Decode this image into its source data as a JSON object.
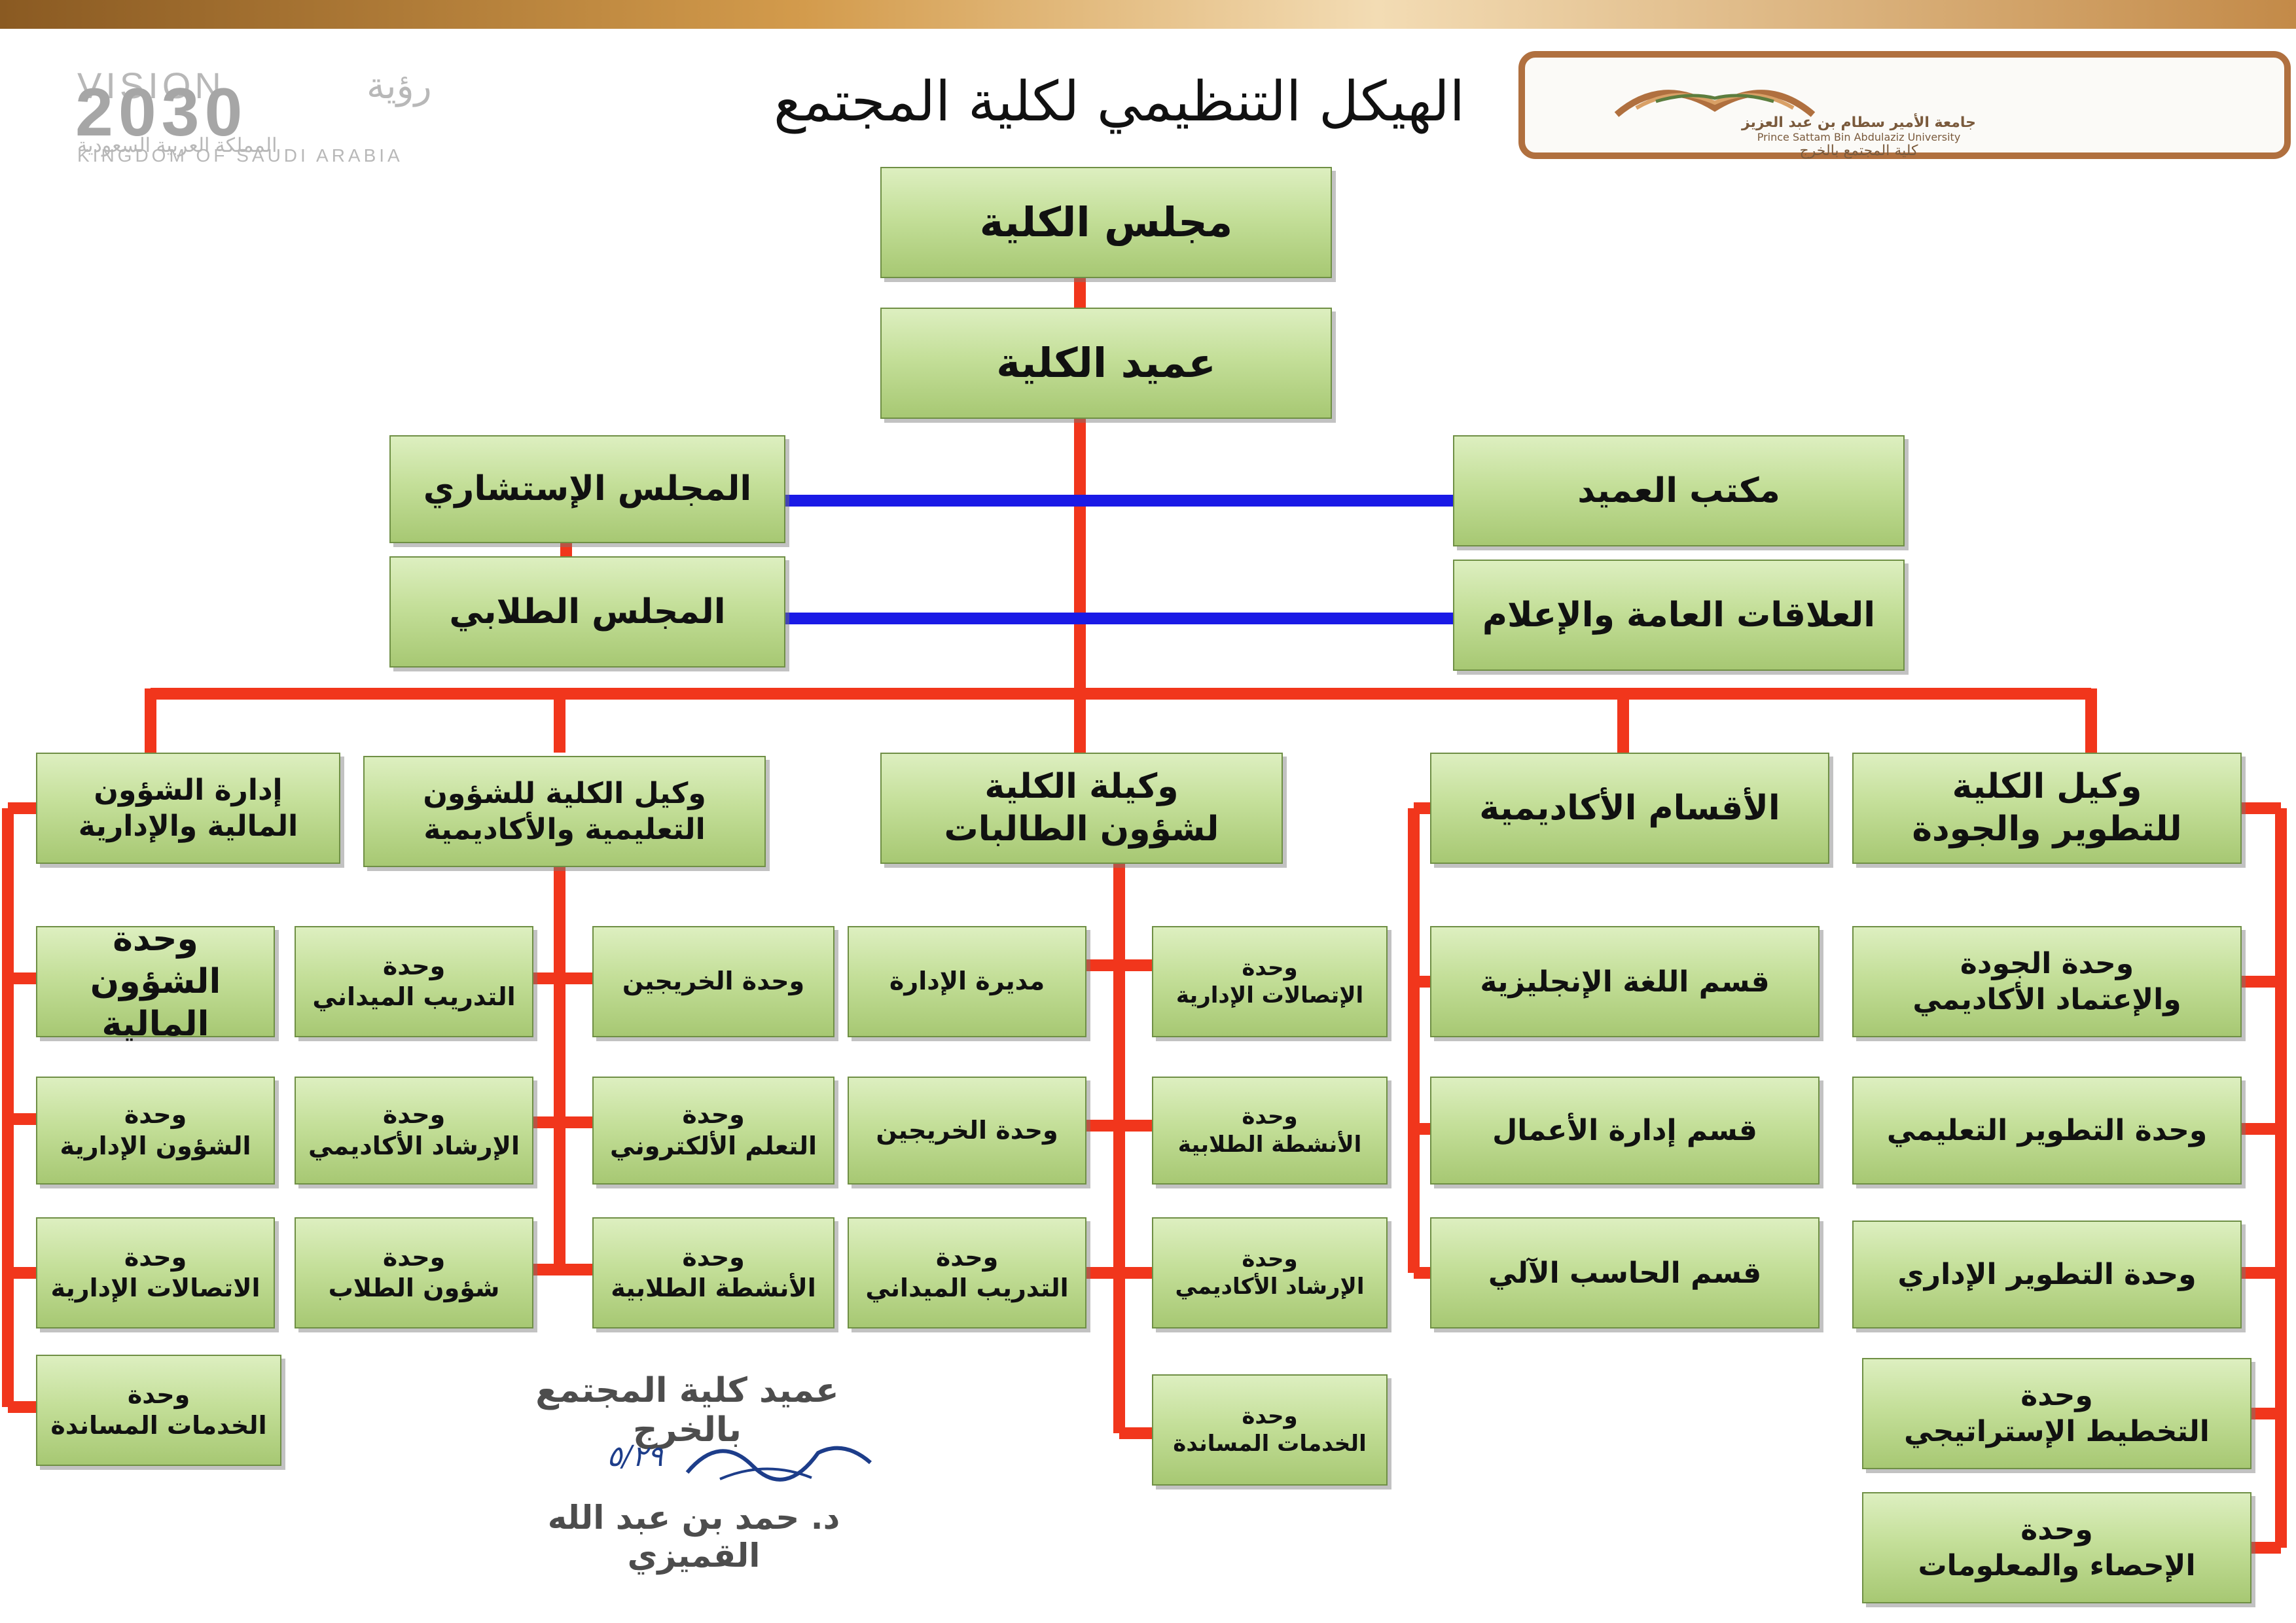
{
  "header": {
    "title": "الهيكل التنظيمي لكلية المجتمع بالخرج",
    "vision": {
      "word": "VISION",
      "arabic": "رؤية",
      "year": "2030",
      "country_ar": "المملكة العربية السعودية",
      "country_en": "KINGDOM OF SAUDI ARABIA"
    },
    "university_logo": {
      "line1": "جامعة الأمير سطام بن عبد العزيز",
      "line2": "Prince Sattam Bin Abdulaziz University",
      "line3": "كلية المجتمع بالخرج"
    }
  },
  "chart": {
    "college_council": "مجلس الكلية",
    "dean": "عميد الكلية",
    "advisory_council": "المجلس الإستشاري",
    "student_council": "المجلس الطلابي",
    "dean_office": "مكتب العميد",
    "public_relations": "العلاقات العامة والإعلام",
    "vd_development": [
      "وكيل الكلية",
      "للتطوير والجودة"
    ],
    "academic_departments": "الأقسام الأكاديمية",
    "vd_female_students": [
      "وكيلة الكلية",
      "لشؤون الطالبات"
    ],
    "vd_academic": [
      "وكيل الكلية للشؤون",
      "التعليمية والأكاديمية"
    ],
    "finance_admin": [
      "إدارة الشؤون",
      "المالية والإدارية"
    ],
    "development_units": [
      [
        "وحدة الجودة",
        "والإعتماد الأكاديمي"
      ],
      [
        "وحدة التطوير التعليمي"
      ],
      [
        "وحدة التطوير الإداري"
      ],
      [
        "وحدة",
        "التخطيط الإستراتيجي"
      ],
      [
        "وحدة",
        "الإحصاء والمعلومات"
      ]
    ],
    "departments": [
      "قسم اللغة الإنجليزية",
      "قسم إدارة الأعمال",
      "قسم الحاسب الآلي"
    ],
    "female_right_units": [
      [
        "وحدة",
        "الإتصالات الإدارية"
      ],
      [
        "وحدة",
        "الأنشطة الطلابية"
      ],
      [
        "وحدة",
        "الإرشاد الأكاديمي"
      ],
      [
        "وحدة",
        "الخدمات المساندة"
      ]
    ],
    "female_left_units": [
      [
        "مديرة الإدارة"
      ],
      [
        "وحدة الخريجين"
      ],
      [
        "وحدة",
        "التدريب الميداني"
      ]
    ],
    "academic_right_units": [
      [
        "وحدة الخريجين"
      ],
      [
        "وحدة",
        "التعلم الألكتروني"
      ],
      [
        "وحدة",
        "الأنشطة الطلابية"
      ]
    ],
    "academic_left_units": [
      [
        "وحدة",
        "التدريب الميداني"
      ],
      [
        "وحدة",
        "الإرشاد الأكاديمي"
      ],
      [
        "وحدة",
        "شؤون الطلاب"
      ]
    ],
    "finance_units": [
      [
        "وحدة",
        "الشؤون المالية"
      ],
      [
        "وحدة",
        "الشؤون الإدارية"
      ],
      [
        "وحدة",
        "الاتصالات الإدارية"
      ],
      [
        "وحدة",
        "الخدمات المساندة"
      ]
    ]
  },
  "signature": {
    "title": "عميد كلية المجتمع بالخرج",
    "date": "٥/٢٩",
    "name": "د. حمد بن عبد الله القميزي"
  },
  "colors": {
    "connector": "#f1361c",
    "dean_link": "#1a1ae6",
    "box_fill": "#c4df99",
    "box_border": "#6f8f45"
  }
}
